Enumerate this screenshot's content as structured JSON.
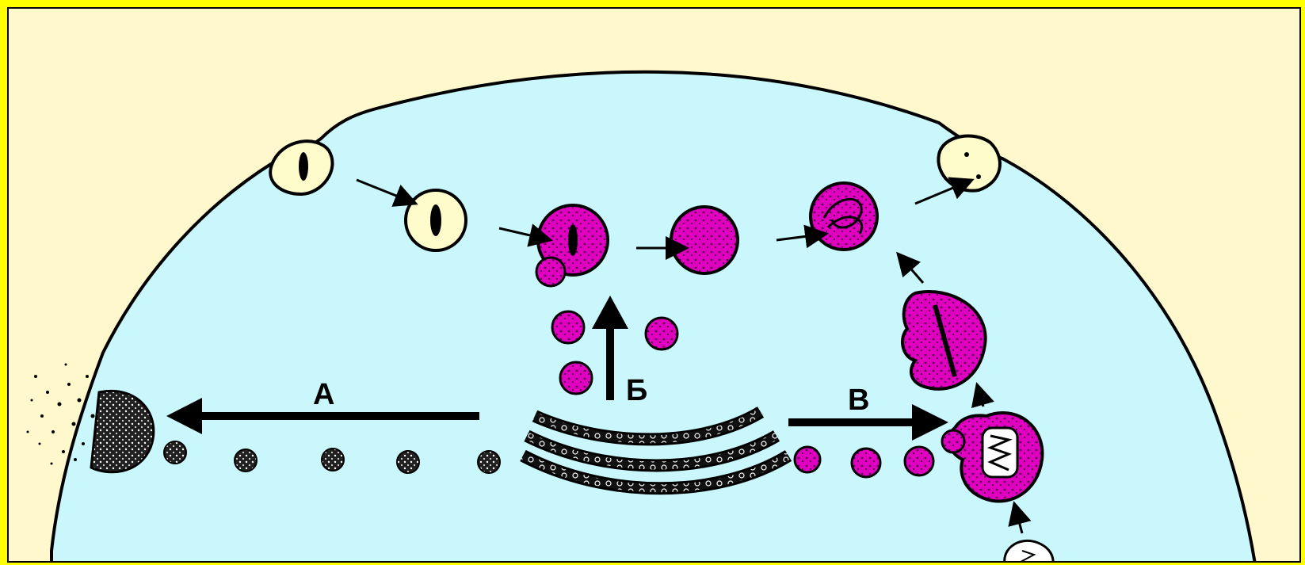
{
  "colors": {
    "cell": "#c9f7fb",
    "background": "#fff8cc",
    "frame": "#ffff00",
    "lysosome": "#e000c0",
    "vesicle": "#fffccc",
    "outline": "#000000"
  },
  "labels": {
    "a": "А",
    "b": "Б",
    "v": "В"
  }
}
